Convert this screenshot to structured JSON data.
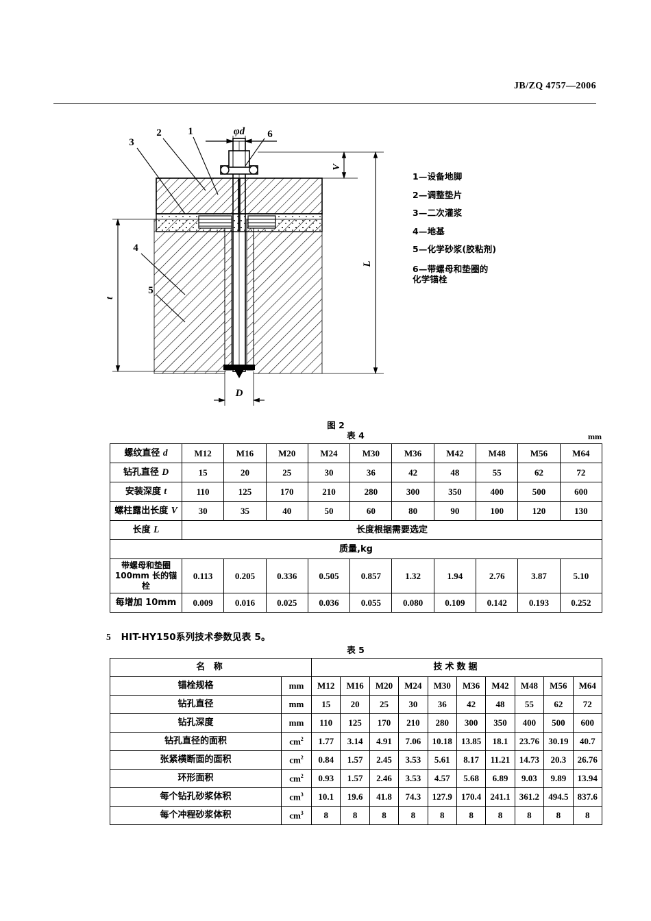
{
  "header": {
    "standard_code": "JB/ZQ 4757—2006"
  },
  "figure": {
    "caption": "图 2",
    "dimension_labels": {
      "bolt_diameter": "φd",
      "protrusion": "V",
      "total_length": "L",
      "embed_depth": "t",
      "hole_diameter": "D"
    },
    "callout_numbers": [
      "1",
      "2",
      "3",
      "4",
      "5",
      "6"
    ],
    "legend": [
      "1—设备地脚",
      "2—调整垫片",
      "3—二次灌浆",
      "4—地基",
      "5—化学砂浆(胶粘剂)",
      "6—带螺母和垫圈的\n    化学锚栓"
    ]
  },
  "table4": {
    "caption": "表 4",
    "unit": "mm",
    "rows": [
      {
        "label_cn": "螺纹直径 ",
        "label_sym": "d",
        "values": [
          "M12",
          "M16",
          "M20",
          "M24",
          "M30",
          "M36",
          "M42",
          "M48",
          "M56",
          "M64"
        ]
      },
      {
        "label_cn": "钻孔直径 ",
        "label_sym": "D",
        "values": [
          "15",
          "20",
          "25",
          "30",
          "36",
          "42",
          "48",
          "55",
          "62",
          "72"
        ]
      },
      {
        "label_cn": "安装深度 ",
        "label_sym": "t",
        "values": [
          "110",
          "125",
          "170",
          "210",
          "280",
          "300",
          "350",
          "400",
          "500",
          "600"
        ]
      },
      {
        "label_cn": "螺柱露出长度 ",
        "label_sym": "V",
        "values": [
          "30",
          "35",
          "40",
          "50",
          "60",
          "80",
          "90",
          "100",
          "120",
          "130"
        ]
      }
    ],
    "length_row": {
      "label_cn": "长度 ",
      "label_sym": "L",
      "note": "长度根据需要选定"
    },
    "mass_band": "质量,kg",
    "mass_rows": [
      {
        "label_line1": "带螺母和垫圈",
        "label_line2": "100mm 长的锚栓",
        "values": [
          "0.113",
          "0.205",
          "0.336",
          "0.505",
          "0.857",
          "1.32",
          "1.94",
          "2.76",
          "3.87",
          "5.10"
        ]
      },
      {
        "label_line1": "每增加 10mm",
        "label_line2": "",
        "values": [
          "0.009",
          "0.016",
          "0.025",
          "0.036",
          "0.055",
          "0.080",
          "0.109",
          "0.142",
          "0.193",
          "0.252"
        ]
      }
    ]
  },
  "section5": {
    "number": "5",
    "text": "HIT-HY150系列技术参数见表 5。"
  },
  "table5": {
    "caption": "表 5",
    "header": {
      "name_col": "名    称",
      "data_col": "技术数据"
    },
    "rows": [
      {
        "name": "锚栓规格",
        "unit": "mm",
        "unit_sup": "",
        "values": [
          "M12",
          "M16",
          "M20",
          "M24",
          "M30",
          "M36",
          "M42",
          "M48",
          "M56",
          "M64"
        ]
      },
      {
        "name": "钻孔直径",
        "unit": "mm",
        "unit_sup": "",
        "values": [
          "15",
          "20",
          "25",
          "30",
          "36",
          "42",
          "48",
          "55",
          "62",
          "72"
        ]
      },
      {
        "name": "钻孔深度",
        "unit": "mm",
        "unit_sup": "",
        "values": [
          "110",
          "125",
          "170",
          "210",
          "280",
          "300",
          "350",
          "400",
          "500",
          "600"
        ]
      },
      {
        "name": "钻孔直径的面积",
        "unit": "cm",
        "unit_sup": "2",
        "values": [
          "1.77",
          "3.14",
          "4.91",
          "7.06",
          "10.18",
          "13.85",
          "18.1",
          "23.76",
          "30.19",
          "40.7"
        ]
      },
      {
        "name": "张紧横断面的面积",
        "unit": "cm",
        "unit_sup": "2",
        "values": [
          "0.84",
          "1.57",
          "2.45",
          "3.53",
          "5.61",
          "8.17",
          "11.21",
          "14.73",
          "20.3",
          "26.76"
        ]
      },
      {
        "name": "环形面积",
        "unit": "cm",
        "unit_sup": "2",
        "values": [
          "0.93",
          "1.57",
          "2.46",
          "3.53",
          "4.57",
          "5.68",
          "6.89",
          "9.03",
          "9.89",
          "13.94"
        ]
      },
      {
        "name": "每个钻孔砂浆体积",
        "unit": "cm",
        "unit_sup": "3",
        "values": [
          "10.1",
          "19.6",
          "41.8",
          "74.3",
          "127.9",
          "170.4",
          "241.1",
          "361.2",
          "494.5",
          "837.6"
        ]
      },
      {
        "name": "每个冲程砂浆体积",
        "unit": "cm",
        "unit_sup": "3",
        "values": [
          "8",
          "8",
          "8",
          "8",
          "8",
          "8",
          "8",
          "8",
          "8",
          "8"
        ]
      }
    ]
  }
}
